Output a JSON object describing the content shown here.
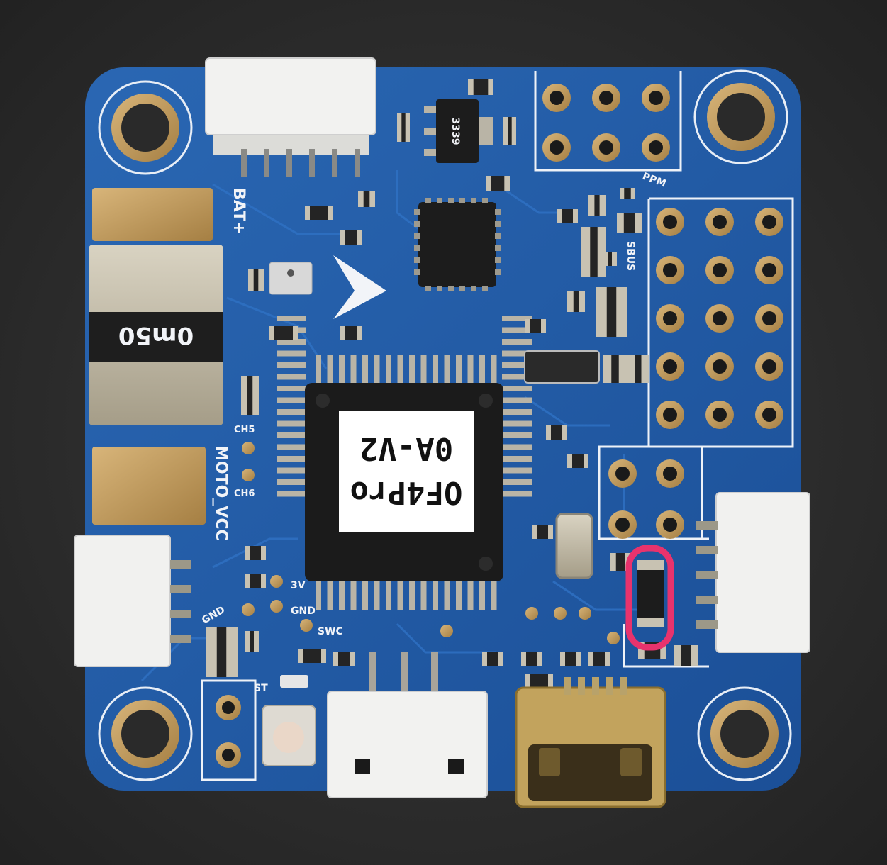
{
  "board": {
    "chip_label_line1": "OF4Pro",
    "chip_label_line2": "0A-V2",
    "shunt_label": "0m50",
    "silkscreen": {
      "bat": "BAT+",
      "moto_vcc": "MOTO_VCC",
      "ppm": "PPM",
      "sbus": "SBUS",
      "gnd": "GND",
      "swc": "SWC",
      "gnd2": "GND",
      "v3": "3V",
      "st": "ST",
      "ch5": "CH5",
      "ch6": "CH6",
      "reg": "3339"
    }
  },
  "annotation": {
    "color": "#e8336d",
    "shape": "rounded-rectangle"
  },
  "colors": {
    "background": "#2b2b2b",
    "pcb": "#1f5aa6",
    "pcb_dark": "#184a8c",
    "pad_gold": "#b8955a",
    "connector_white": "#eeeeee"
  }
}
